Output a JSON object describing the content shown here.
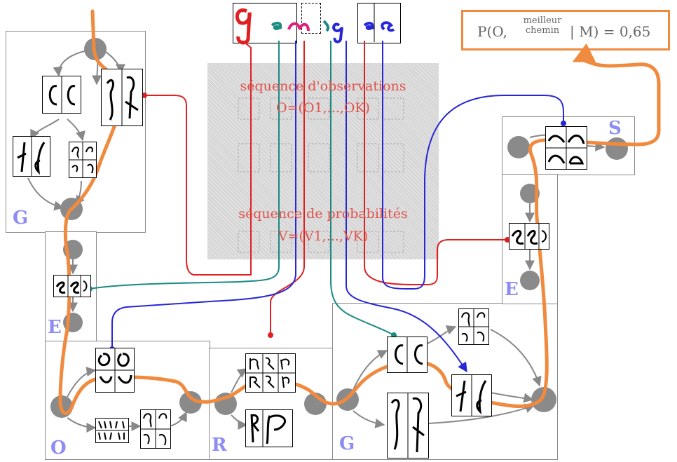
{
  "top_word": {
    "letters": [
      "g",
      "e",
      "n",
      "r",
      "g",
      "e",
      "s"
    ],
    "colors": {
      "red": "#e02020",
      "teal": "#1a8a82",
      "blue": "#2727d6",
      "orange": "#f08a3e",
      "node_gray": "#888888"
    }
  },
  "panel_letters": {
    "g_top": "G",
    "e_left": "E",
    "o": "O",
    "r": "R",
    "g_bottom": "G",
    "s": "S",
    "e_right": "E"
  },
  "observations": {
    "heading": "séquence d'observations",
    "formula": "O=(O1,...,OK)"
  },
  "probabilities": {
    "heading": "séquence de probabilités",
    "formula": "V=(V1,...,VK)"
  },
  "result_box": {
    "prefix": "P(O,",
    "top": "meilleur",
    "bottom": "chemin",
    "suffix": "| M) = 0,65"
  }
}
